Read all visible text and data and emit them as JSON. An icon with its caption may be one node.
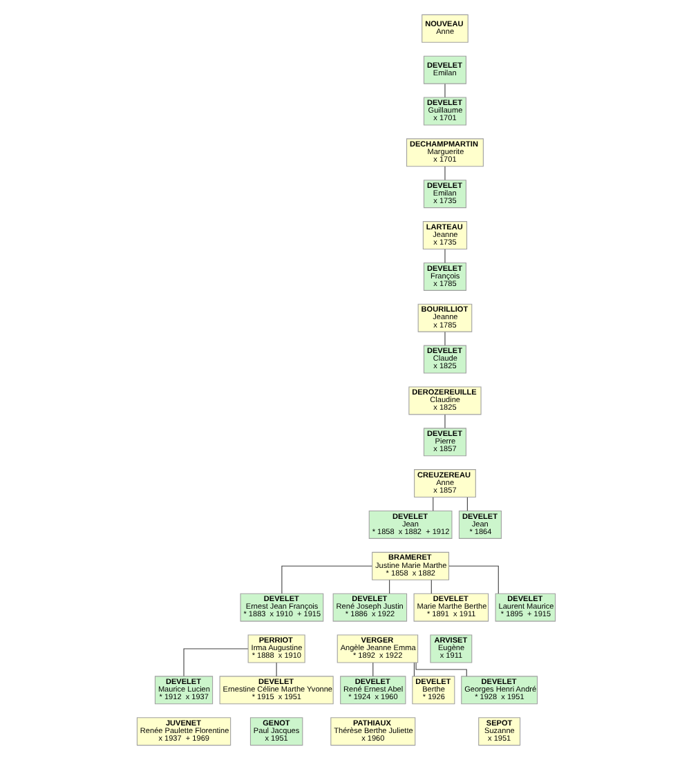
{
  "diagram": {
    "nodes": [
      {
        "text": [
          "NOUVEAU",
          "Anne"
        ]
      },
      {
        "text": [
          "DEVELET",
          "Emilan"
        ]
      },
      {
        "text": [
          "DEVELET",
          "Guillaume",
          "x 1701"
        ]
      },
      {
        "text": [
          "DECHAMPMARTIN",
          "Marguerite",
          "x 1701"
        ]
      },
      {
        "text": [
          "DEVELET",
          "Emilan",
          "x 1735"
        ]
      },
      {
        "text": [
          "LARTEAU",
          "Jeanne",
          "x 1735"
        ]
      },
      {
        "text": [
          "DEVELET",
          "François",
          "x 1785"
        ]
      },
      {
        "text": [
          "BOURILLIOT",
          "Jeanne",
          "x 1785"
        ]
      },
      {
        "text": [
          "DEVELET",
          "Claude",
          "x 1825"
        ]
      },
      {
        "text": [
          "DEROZEREUILLE",
          "Claudine",
          "x 1825"
        ]
      },
      {
        "text": [
          "DEVELET",
          "Pierre",
          "x 1857"
        ]
      },
      {
        "text": [
          "CREUZEREAU",
          "Anne",
          "x 1857"
        ]
      },
      {
        "text": [
          "DEVELET",
          "Jean",
          "* 1858  x 1882  + 1912"
        ]
      },
      {
        "text": [
          "DEVELET",
          "Jean",
          "* 1864"
        ]
      },
      {
        "text": [
          "BRAMERET",
          "Justine Marie Marthe",
          "* 1858  x 1882"
        ]
      },
      {
        "text": [
          "DEVELET",
          "Ernest Jean François",
          "* 1883  x 1910  + 1915"
        ]
      },
      {
        "text": [
          "DEVELET",
          "René Joseph Justin",
          "* 1886  x 1922"
        ]
      },
      {
        "text": [
          "DEVELET",
          "Marie Marthe Berthe",
          "* 1891  x 1911"
        ]
      },
      {
        "text": [
          "DEVELET",
          "Laurent Maurice",
          "* 1895  + 1915"
        ]
      },
      {
        "text": [
          "PERRIOT",
          "Irma Augustine",
          "* 1888  x 1910"
        ]
      },
      {
        "text": [
          "VERGER",
          "Angèle Jeanne Emma",
          "* 1892  x 1922"
        ]
      },
      {
        "text": [
          "ARVISET",
          "Eugène",
          "x 1911"
        ]
      },
      {
        "text": [
          "DEVELET",
          "Maurice Lucien",
          "* 1912  x 1937"
        ]
      },
      {
        "text": [
          "DEVELET",
          "Ernestine Céline Marthe Yvonne",
          "* 1915  x 1951"
        ]
      },
      {
        "text": [
          "DEVELET",
          "René Ernest Abel",
          "* 1924  x 1960"
        ]
      },
      {
        "text": [
          "DEVELET",
          "Berthe",
          "* 1926"
        ]
      },
      {
        "text": [
          "DEVELET",
          "Georges Henri André",
          "* 1928  x 1951"
        ]
      },
      {
        "text": [
          "JUVENET",
          "Renée Paulette Florentine",
          "x 1937  + 1969"
        ]
      },
      {
        "text": [
          "GENOT",
          "Paul Jacques",
          "x 1951"
        ]
      },
      {
        "text": [
          "PATHIAUX",
          "Thérèse Berthe Juliette",
          "x 1960"
        ]
      },
      {
        "text": [
          "SEPOT",
          "Suzanne",
          "x 1951"
        ]
      }
    ],
    "edges": [
      {
        "from": 1,
        "to": 2,
        "arrow": "none"
      },
      {
        "from": 3,
        "to": 4,
        "arrow": "none"
      },
      {
        "from": 5,
        "to": 6,
        "arrow": "none"
      },
      {
        "from": 7,
        "to": 8,
        "arrow": "none"
      },
      {
        "from": 9,
        "to": 10,
        "arrow": "none"
      },
      {
        "from": 11,
        "to": 12,
        "arrow": "none"
      },
      {
        "from": 11,
        "to": 13,
        "arrow": "none"
      },
      {
        "from": 14,
        "to": 15,
        "arrow": "none"
      },
      {
        "from": 14,
        "to": 16,
        "arrow": "none"
      },
      {
        "from": 14,
        "to": 17,
        "arrow": "none"
      },
      {
        "from": 14,
        "to": 18,
        "arrow": "none"
      },
      {
        "from": 19,
        "to": 22,
        "arrow": "none"
      },
      {
        "from": 19,
        "to": 23,
        "arrow": "none"
      },
      {
        "from": 20,
        "to": 24,
        "arrow": "none"
      },
      {
        "from": 20,
        "to": 25,
        "arrow": "none"
      },
      {
        "from": 20,
        "to": 26,
        "arrow": "none"
      }
    ]
  }
}
